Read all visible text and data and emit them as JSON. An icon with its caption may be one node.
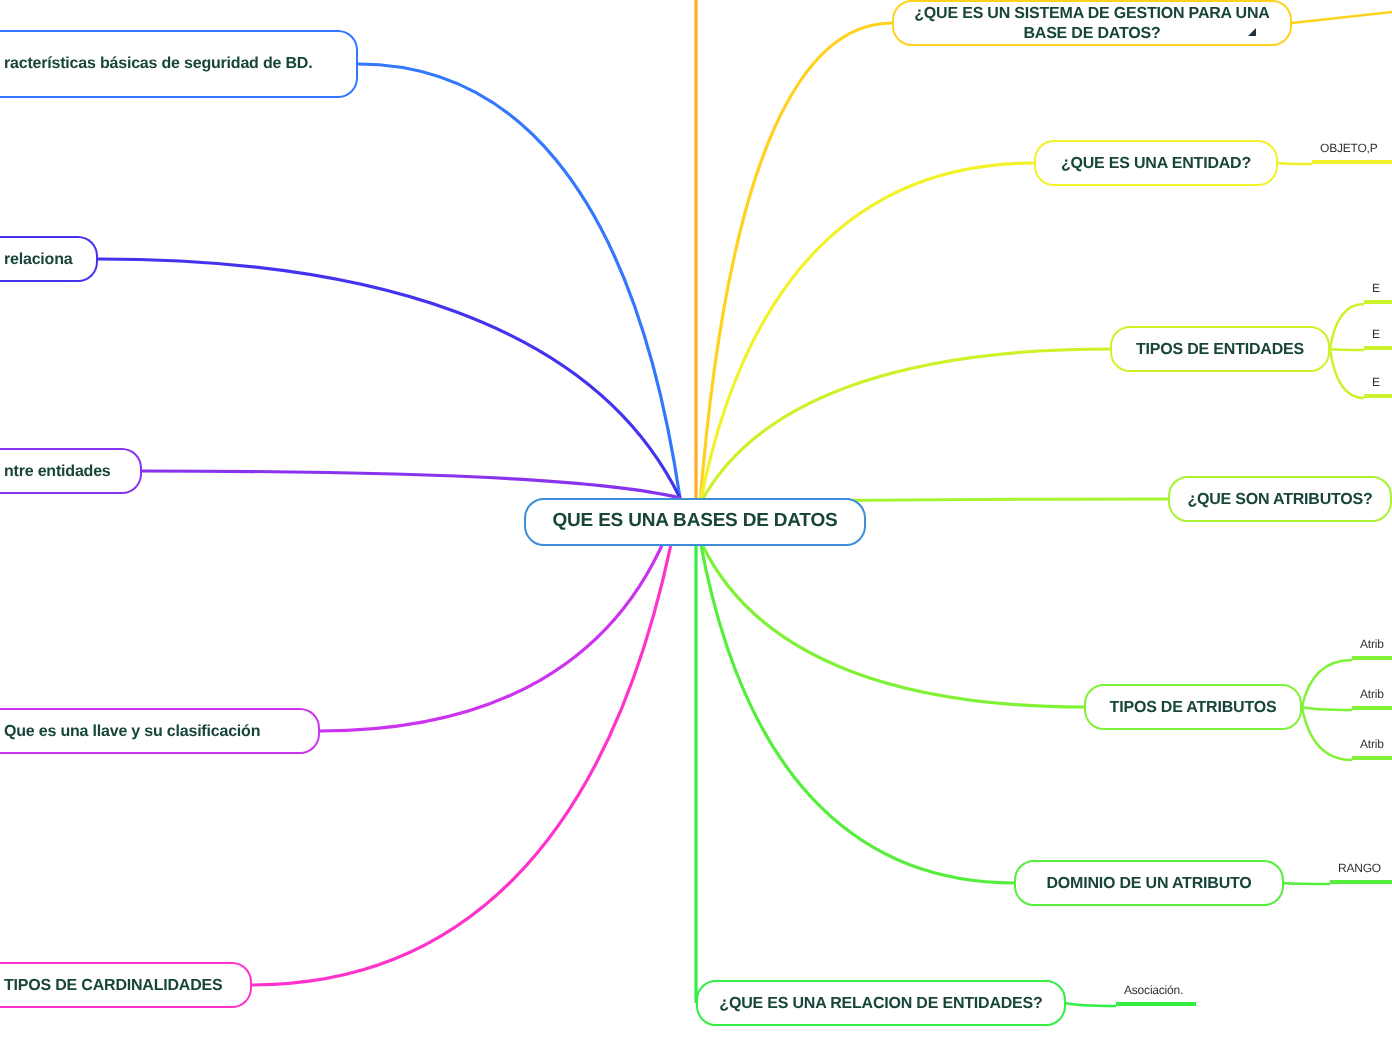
{
  "diagram": {
    "nodes": [
      {
        "text": [
          "QUE ES UNA BASES DE DATOS"
        ]
      },
      {
        "text": [
          "racterísticas básicas de seguridad de BD."
        ]
      },
      {
        "text": [
          "relaciona"
        ]
      },
      {
        "text": [
          "ntre entidades"
        ]
      },
      {
        "text": [
          "Que es una llave y su clasificación"
        ]
      },
      {
        "text": [
          "TIPOS DE CARDINALIDADES"
        ]
      },
      {
        "text": [
          "¿QUE ES UN SISTEMA DE GESTION PARA UNA BASE DE DATOS?"
        ]
      },
      {
        "text": [
          "¿QUE ES  UNA ENTIDAD?"
        ]
      },
      {
        "text": [
          "TIPOS DE ENTIDADES"
        ]
      },
      {
        "text": [
          "¿QUE SON ATRIBUTOS?"
        ]
      },
      {
        "text": [
          "TIPOS DE ATRIBUTOS"
        ]
      },
      {
        "text": [
          "DOMINIO DE UN ATRIBUTO"
        ]
      },
      {
        "text": [
          "¿QUE ES UNA RELACION DE ENTIDADES?"
        ]
      },
      {
        "text": [
          "OBJETO,P"
        ]
      },
      {
        "text": [
          "E"
        ]
      },
      {
        "text": [
          "E"
        ]
      },
      {
        "text": [
          "E"
        ]
      },
      {
        "text": [
          "Atrib"
        ]
      },
      {
        "text": [
          "Atrib"
        ]
      },
      {
        "text": [
          "Atrib"
        ]
      },
      {
        "text": [
          "RANGO"
        ]
      },
      {
        "text": [
          "Asociación."
        ]
      }
    ],
    "edges": [
      {
        "from": 0,
        "to": 1,
        "arrow": "none",
        "color": "#3377ff"
      },
      {
        "from": 0,
        "to": 2,
        "arrow": "none",
        "color": "#4433ee"
      },
      {
        "from": 0,
        "to": 3,
        "arrow": "none",
        "color": "#8833ee"
      },
      {
        "from": 0,
        "to": 4,
        "arrow": "none",
        "color": "#cc33ee"
      },
      {
        "from": 0,
        "to": 5,
        "arrow": "none",
        "color": "#ff33cc"
      },
      {
        "from": 0,
        "to": null,
        "arrow": "none",
        "color": "#ffaa22"
      },
      {
        "from": 0,
        "to": 6,
        "arrow": "none",
        "color": "#ffd21f"
      },
      {
        "from": 0,
        "to": 7,
        "arrow": "none",
        "color": "#f2f22a"
      },
      {
        "from": 0,
        "to": 8,
        "arrow": "none",
        "color": "#ccf22a"
      },
      {
        "from": 0,
        "to": 9,
        "arrow": "none",
        "color": "#a8f22e"
      },
      {
        "from": 0,
        "to": 10,
        "arrow": "none",
        "color": "#80f236"
      },
      {
        "from": 0,
        "to": 11,
        "arrow": "none",
        "color": "#55ee3c"
      },
      {
        "from": 0,
        "to": 12,
        "arrow": "none",
        "color": "#33ee44"
      },
      {
        "from": 6,
        "to": null,
        "arrow": "none",
        "color": "#ffd21f"
      },
      {
        "from": 7,
        "to": 13,
        "arrow": "none",
        "color": "#f2f22a"
      },
      {
        "from": 8,
        "to": 14,
        "arrow": "none",
        "color": "#ccf22a"
      },
      {
        "from": 8,
        "to": 15,
        "arrow": "none",
        "color": "#ccf22a"
      },
      {
        "from": 8,
        "to": 16,
        "arrow": "none",
        "color": "#ccf22a"
      },
      {
        "from": 10,
        "to": 17,
        "arrow": "none",
        "color": "#80f236"
      },
      {
        "from": 10,
        "to": 18,
        "arrow": "none",
        "color": "#80f236"
      },
      {
        "from": 10,
        "to": 19,
        "arrow": "none",
        "color": "#80f236"
      },
      {
        "from": 11,
        "to": 20,
        "arrow": "none",
        "color": "#55ee3c"
      },
      {
        "from": 12,
        "to": 21,
        "arrow": "none",
        "color": "#33ee44"
      }
    ]
  }
}
